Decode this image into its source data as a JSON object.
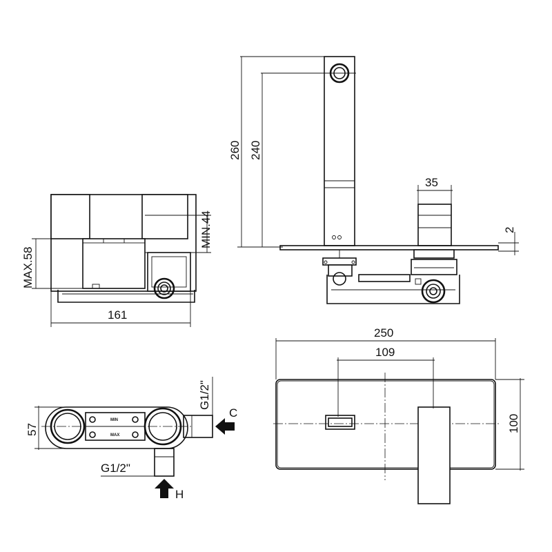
{
  "side_view": {
    "dim_max58": "MAX.58",
    "dim_min44": "MIN.44",
    "dim_161": "161"
  },
  "front_view": {
    "dim_260": "260",
    "dim_240": "240",
    "dim_35": "35",
    "dim_2": "2"
  },
  "body_view": {
    "dim_57": "57",
    "thread_top": "G1/2\"",
    "thread_bottom": "G1/2\"",
    "label_cold": "C",
    "label_hot": "H",
    "engrave_min": "MIN",
    "engrave_max": "MAX"
  },
  "plate_view": {
    "dim_250": "250",
    "dim_109": "109",
    "dim_100": "100"
  }
}
